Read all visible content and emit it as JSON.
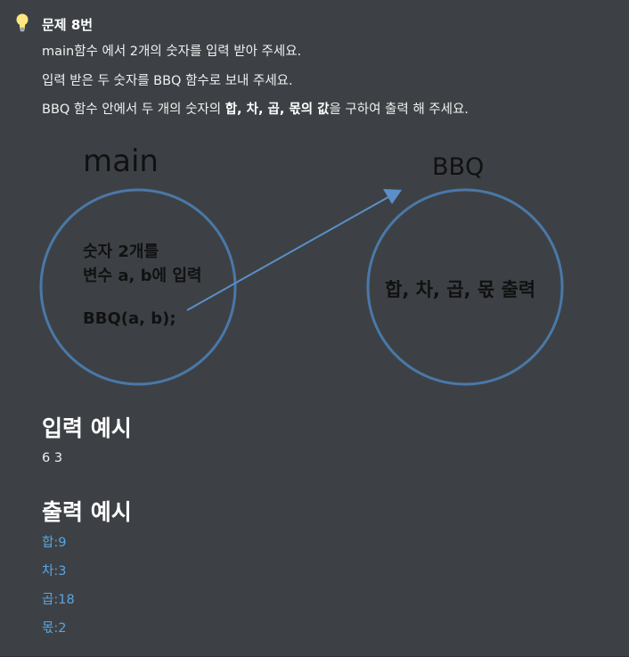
{
  "callout": {
    "icon": "lightbulb-icon",
    "title": "문제 8번",
    "lines": [
      "main함수 에서 2개의 숫자를 입력 받아 주세요.",
      "입력 받은 두 숫자를 BBQ 함수로 보내 주세요."
    ],
    "line3": {
      "before": "BBQ 함수 안에서 두 개의 숫자의 ",
      "bold": "합, 차, 곱, 몫의 값",
      "after": "을 구하여 출력 해 주세요."
    }
  },
  "diagram": {
    "left_label": "main",
    "left_circle_label": "main",
    "left_text_1": "숫자 2개를",
    "left_text_2": "변수 a, b에 입력",
    "left_text_3": "BBQ(a, b);",
    "right_label": "BBQ",
    "right_text": "합, 차, 곱, 몫 출력",
    "circle_color": "#4a78a8",
    "arrow_color": "#5b8fc8"
  },
  "input_example": {
    "heading": "입력 예시",
    "value": "6 3"
  },
  "output_example": {
    "heading": "출력 예시",
    "lines": [
      "합:9",
      "차:3",
      "곱:18",
      "몫:2"
    ],
    "color": "#5aa5e0"
  }
}
